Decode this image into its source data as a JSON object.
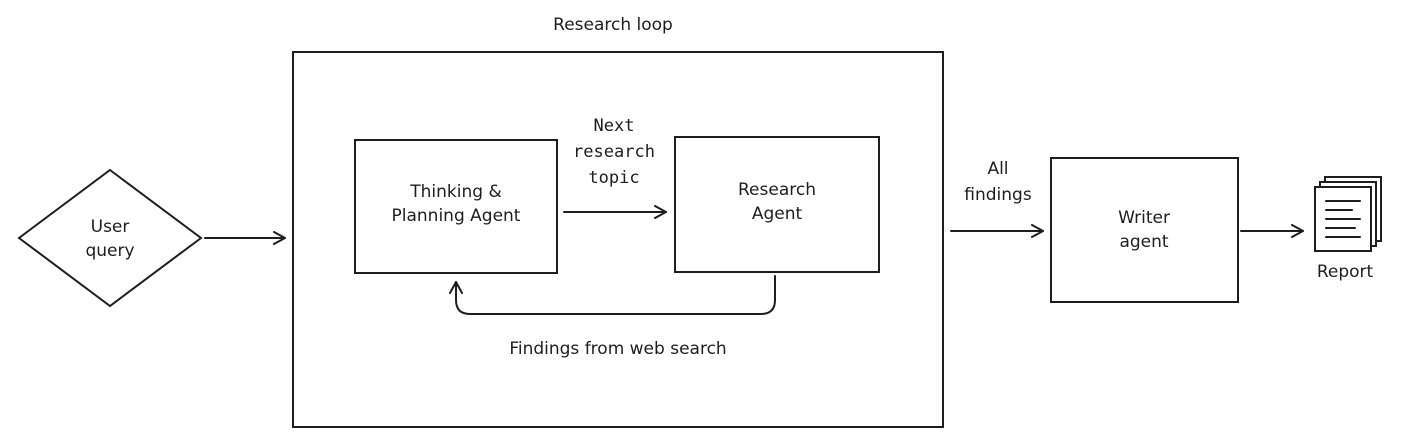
{
  "diagram": {
    "loop_title": "Research loop",
    "user_query": [
      "User",
      "query"
    ],
    "thinking_agent": [
      "Thinking &",
      "Planning Agent"
    ],
    "research_agent": [
      "Research",
      "Agent"
    ],
    "next_topic": [
      "Next",
      "research",
      "topic"
    ],
    "findings_web": "Findings from web search",
    "all_findings": [
      "All",
      "findings"
    ],
    "writer_agent": [
      "Writer",
      "agent"
    ],
    "report": "Report"
  },
  "icons": [
    "document-stack-icon"
  ]
}
